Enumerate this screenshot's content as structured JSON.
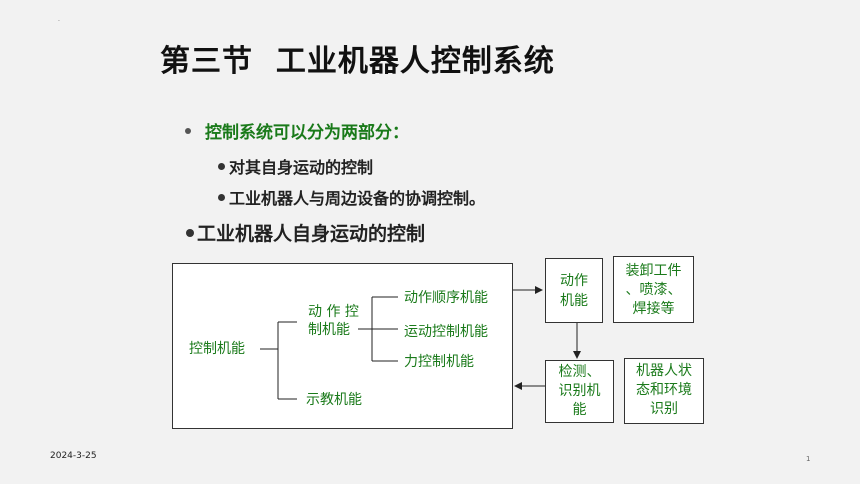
{
  "title": "第三节  工业机器人控制系统",
  "bullets": {
    "main1": "控制系统可以分为两部分：",
    "sub1": "对其自身运动的控制",
    "sub2": "工业机器人与周边设备的协调控制。",
    "main2": "工业机器人自身运动的控制"
  },
  "diagram": {
    "root": "控制机能",
    "motion_ctrl_line1": "动 作 控",
    "motion_ctrl_line2": "制机能",
    "seq": "动作顺序机能",
    "motion": "运动控制机能",
    "force": "力控制机能",
    "teach": "示教机能",
    "action_box": [
      "动作",
      "机能"
    ],
    "detect_box": [
      "检测、",
      "识别机",
      "能"
    ],
    "load_box": [
      "装卸工件",
      "、喷漆、",
      "焊接等"
    ],
    "state_box": [
      "机器人状",
      "态和环境",
      "识别"
    ]
  },
  "footer": {
    "date": "2024-3-25",
    "page": "1"
  },
  "colors": {
    "accent_green": "#1a7a1a",
    "background": "#f2f2f2"
  }
}
